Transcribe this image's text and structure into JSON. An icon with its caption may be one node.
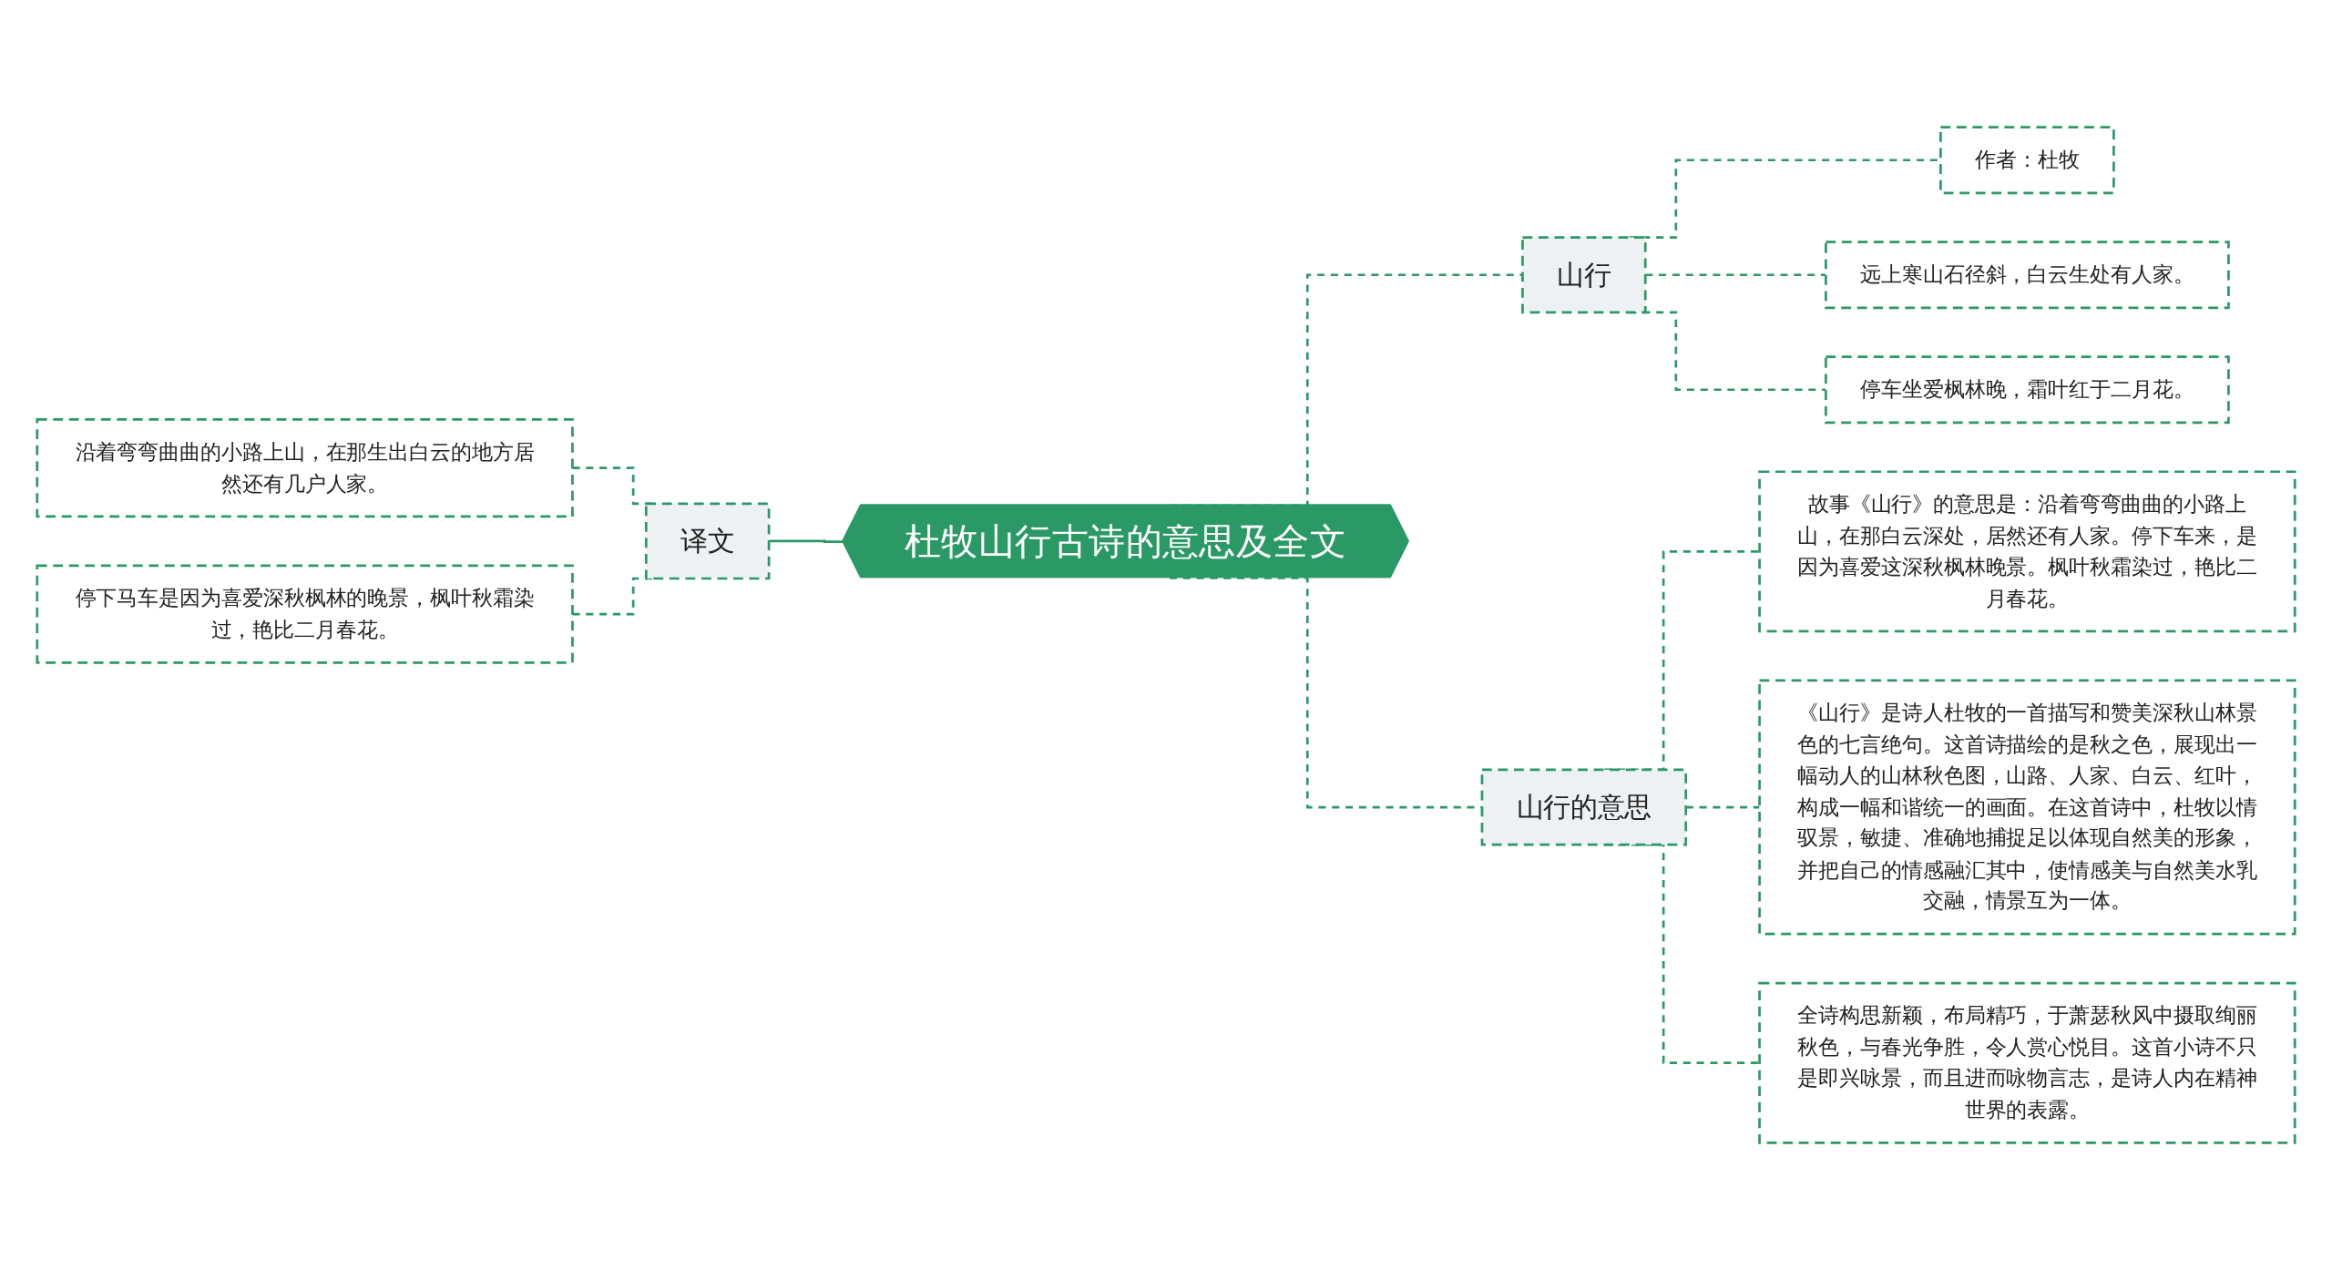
{
  "diagram": {
    "nodes": [
      {
        "text": [
          "杜牧山行古诗的意思及全文"
        ]
      },
      {
        "text": [
          "译文"
        ]
      },
      {
        "text": [
          "沿着弯弯曲曲的小路上山，在那生出白云的地方居然还有几户人家。"
        ]
      },
      {
        "text": [
          "停下马车是因为喜爱深秋枫林的晚景，枫叶秋霜染过，艳比二月春花。"
        ]
      },
      {
        "text": [
          "山行"
        ]
      },
      {
        "text": [
          "作者：杜牧"
        ]
      },
      {
        "text": [
          "远上寒山石径斜，白云生处有人家。"
        ]
      },
      {
        "text": [
          "停车坐爱枫林晚，霜叶红于二月花。"
        ]
      },
      {
        "text": [
          "山行的意思"
        ]
      },
      {
        "text": [
          "故事《山行》的意思是：沿着弯弯曲曲的小路上山，在那白云深处，居然还有人家。停下车来，是因为喜爱这深秋枫林晚景。枫叶秋霜染过，艳比二月春花。"
        ]
      },
      {
        "text": [
          "《山行》是诗人杜牧的一首描写和赞美深秋山林景色的七言绝句。这首诗描绘的是秋之色，展现出一幅动人的山林秋色图，山路、人家、白云、红叶，构成一幅和谐统一的画面。在这首诗中，杜牧以情驭景，敏捷、准确地捕捉足以体现自然美的形象，并把自己的情感融汇其中，使情感美与自然美水乳交融，情景互为一体。"
        ]
      },
      {
        "text": [
          "全诗构思新颖，布局精巧，于萧瑟秋风中摄取绚丽秋色，与春光争胜，令人赏心悦目。这首小诗不只是即兴咏景，而且进而咏物言志，是诗人内在精神世界的表露。"
        ]
      }
    ],
    "edges": [
      {
        "from": 2,
        "to": 1,
        "arrow": "none",
        "style": "dashed"
      },
      {
        "from": 3,
        "to": 1,
        "arrow": "none",
        "style": "dashed"
      },
      {
        "from": 1,
        "to": 0,
        "arrow": "none"
      },
      {
        "from": 0,
        "to": 4,
        "arrow": "none",
        "style": "dashed"
      },
      {
        "from": 4,
        "to": 5,
        "arrow": "none",
        "style": "dashed"
      },
      {
        "from": 4,
        "to": 6,
        "arrow": "none",
        "style": "dashed"
      },
      {
        "from": 4,
        "to": 7,
        "arrow": "none",
        "style": "dashed"
      },
      {
        "from": 0,
        "to": 8,
        "arrow": "none",
        "style": "dashed"
      },
      {
        "from": 8,
        "to": 9,
        "arrow": "none",
        "style": "dashed"
      },
      {
        "from": 8,
        "to": 10,
        "arrow": "none",
        "style": "dashed"
      },
      {
        "from": 8,
        "to": 11,
        "arrow": "none",
        "style": "dashed"
      }
    ]
  }
}
